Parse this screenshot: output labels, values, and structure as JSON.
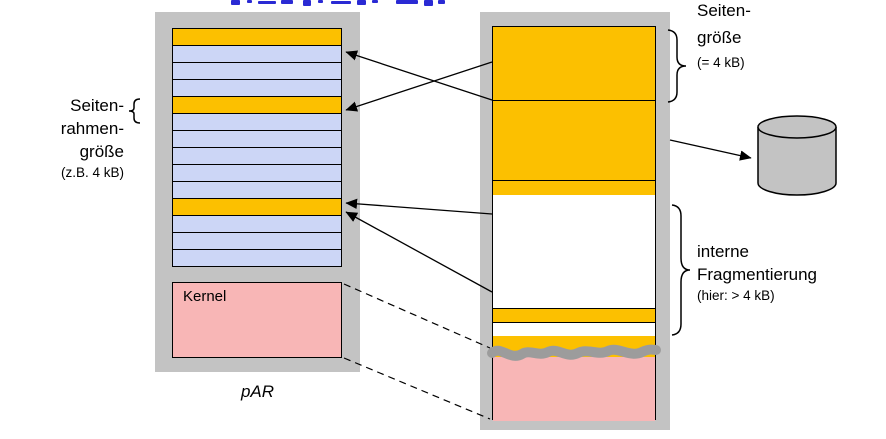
{
  "colors": {
    "frame_gray": "#c3c3c3",
    "page_orange": "#fcc000",
    "frame_blue": "#ccd6f6",
    "kernel_pink": "#f8b6b6",
    "wave_gray": "#9c9c9c",
    "title_blue": "#2a2ad4"
  },
  "left_column": {
    "frames": [
      "orange",
      "blue",
      "blue",
      "blue",
      "orange",
      "blue",
      "blue",
      "blue",
      "blue",
      "blue",
      "orange",
      "blue",
      "blue",
      "blue"
    ],
    "kernel_label": "Kernel",
    "caption": "pAR",
    "labels": [
      "Seiten-",
      "rahmen-",
      "größe"
    ],
    "note": "(z.B. 4 kB)"
  },
  "right_column": {
    "top_labels": [
      "Seiten-",
      "größe"
    ],
    "top_note": "(= 4 kB)",
    "mid_labels": [
      "interne",
      "Fragmentierung"
    ],
    "mid_note": "(hier: > 4 kB)"
  },
  "icons": {
    "disk": "disk-cylinder-icon"
  }
}
